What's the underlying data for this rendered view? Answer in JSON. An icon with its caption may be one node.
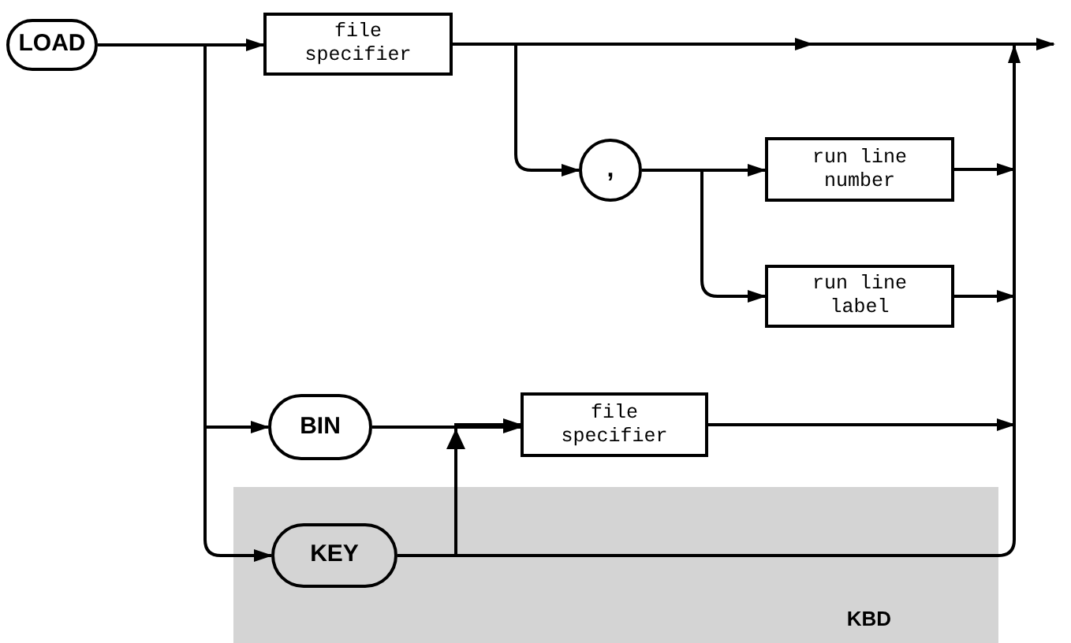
{
  "diagram": {
    "nodes": [
      {
        "text": [
          "LOAD"
        ]
      },
      {
        "text": [
          "file specifier"
        ]
      },
      {
        "text": [
          ","
        ]
      },
      {
        "text": [
          "run line number"
        ]
      },
      {
        "text": [
          "run line label"
        ]
      },
      {
        "text": [
          "BIN"
        ]
      },
      {
        "text": [
          "file specifier"
        ]
      },
      {
        "text": [
          "KBD"
        ]
      },
      {
        "text": [
          "KEY"
        ],
        "in": 7
      }
    ],
    "edges": [
      {
        "from": 0,
        "to": 1,
        "arrow": "to"
      },
      {
        "from": 0,
        "to": 5,
        "arrow": "to"
      },
      {
        "from": 0,
        "to": 8,
        "arrow": "to"
      },
      {
        "from": 1,
        "to": null,
        "arrow": "to"
      },
      {
        "from": 1,
        "to": 2,
        "arrow": "to"
      },
      {
        "from": 2,
        "to": 3,
        "arrow": "to"
      },
      {
        "from": 2,
        "to": 4,
        "arrow": "to"
      },
      {
        "from": 3,
        "to": null,
        "arrow": "to"
      },
      {
        "from": 4,
        "to": null,
        "arrow": "to"
      },
      {
        "from": 5,
        "to": 6,
        "arrow": "to"
      },
      {
        "from": 8,
        "to": 6,
        "arrow": "to"
      },
      {
        "from": 6,
        "to": null,
        "arrow": "to"
      },
      {
        "from": 8,
        "to": null,
        "arrow": "to"
      }
    ]
  }
}
